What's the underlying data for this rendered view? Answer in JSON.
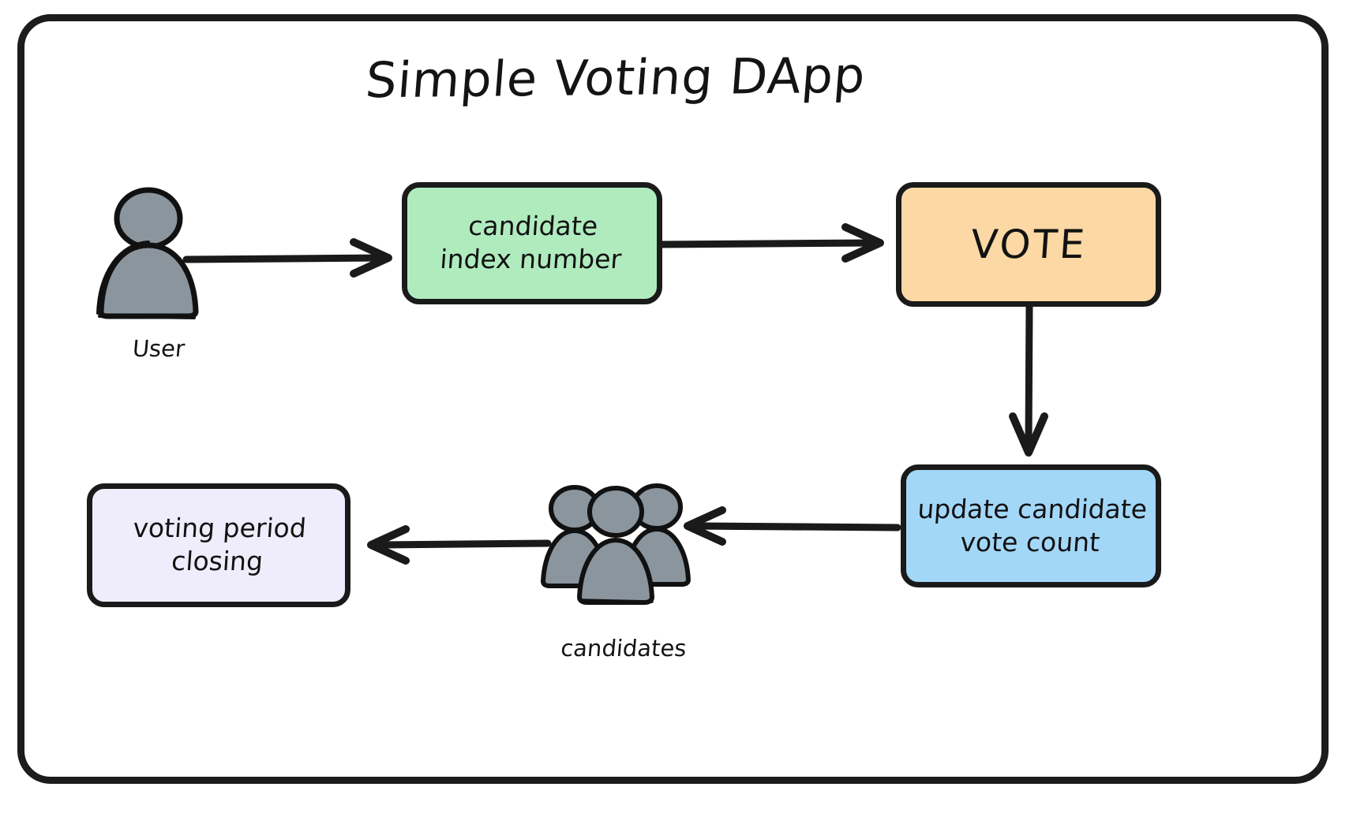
{
  "diagram": {
    "title": "Simple Voting DApp",
    "background": "#ffffff",
    "frame_color": "#1c1c1c",
    "nodes": [
      {
        "id": "candidate-index",
        "label": "candidate\nindex number",
        "fill": "#b0ebbe",
        "shape": "rounded-rect"
      },
      {
        "id": "vote",
        "label": "VOTE",
        "fill": "#fbd8a4",
        "shape": "rounded-rect"
      },
      {
        "id": "update-count",
        "label": "update candidate\nvote count",
        "fill": "#a3d7f8",
        "shape": "rounded-rect"
      },
      {
        "id": "voting-closing",
        "label": "voting period\nclosing",
        "fill": "#efecfb",
        "shape": "rounded-rect"
      }
    ],
    "icons": [
      {
        "id": "user",
        "caption": "User",
        "icon": "single-person-icon",
        "fill": "#8b959e"
      },
      {
        "id": "candidates",
        "caption": "candidates",
        "icon": "group-of-people-icon",
        "fill": "#8b959e"
      }
    ],
    "edges": [
      {
        "id": "user-to-candidate-index",
        "from": "user",
        "to": "candidate-index",
        "direction": "right"
      },
      {
        "id": "candidate-index-to-vote",
        "from": "candidate-index",
        "to": "vote",
        "direction": "right"
      },
      {
        "id": "vote-to-update-count",
        "from": "vote",
        "to": "update-count",
        "direction": "down"
      },
      {
        "id": "update-count-to-candidates",
        "from": "update-count",
        "to": "candidates",
        "direction": "left"
      },
      {
        "id": "candidates-to-voting-closing",
        "from": "candidates",
        "to": "voting-closing",
        "direction": "left"
      }
    ]
  }
}
